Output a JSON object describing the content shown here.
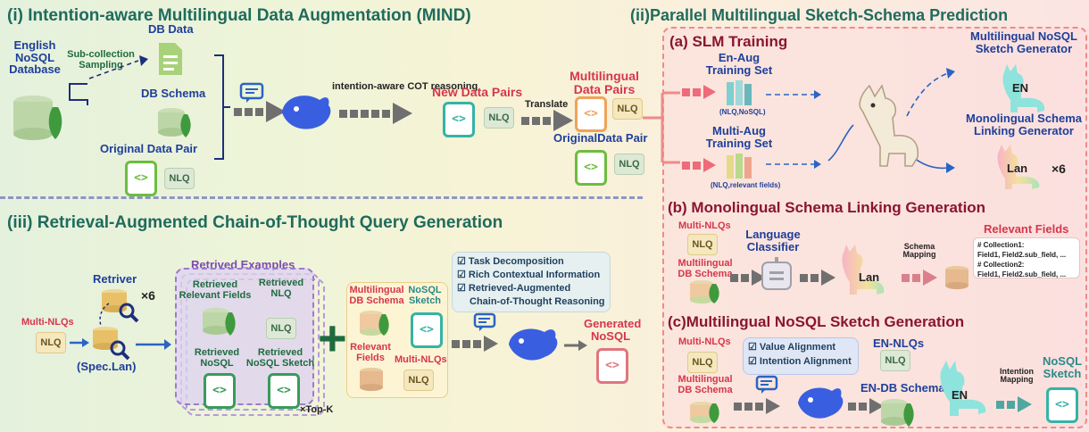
{
  "sections": {
    "mind_title": "(i) Intention-aware Multilingual Data Augmentation (MIND)",
    "parallel_title": "(ii)Parallel Multilingual Sketch-Schema Prediction",
    "rag_title": "(iii) Retrieval-Augmented Chain-of-Thought Query Generation"
  },
  "mind": {
    "english_db": "English NoSQL Database",
    "sub_collection": "Sub-collection Sampling",
    "db_data": "DB Data",
    "db_schema": "DB Schema",
    "original_pair": "Original Data Pair",
    "cot": "intention-aware COT reasoning",
    "new_pairs": "New Data Pairs",
    "translate": "Translate",
    "multilingual_pairs": "Multilingual Data Pairs",
    "original_pair2": "OriginalData Pair",
    "nlq": "NLQ",
    "code_glyph": "<>"
  },
  "slm": {
    "title": "(a) SLM Training",
    "en_aug": "En-Aug Training Set",
    "en_aug_sub": "(NLQ,NoSQL)",
    "multi_aug": "Multi-Aug Training Set",
    "multi_aug_sub": "(NLQ,relevant fields)",
    "sketch_gen": "Multilingual NoSQL Sketch Generator",
    "en": "EN",
    "schema_link_gen": "Monolingual Schema Linking Generator",
    "lan": "Lan",
    "x6": "×6"
  },
  "mono": {
    "title": "(b) Monolingual Schema Linking Generation",
    "multi_nlqs": "Multi-NLQs",
    "nlq": "NLQ",
    "language_classifier": "Language Classifier",
    "multi_db_schema": "Multilingual DB Schema",
    "lan": "Lan",
    "schema_mapping": "Schema Mapping",
    "relevant_fields": "Relevant Fields",
    "fields_text": "# Collection1:\nField1, Field2.sub_field, ...\n# Collection2:\nField1, Field2.sub_field, ..."
  },
  "sketch": {
    "title": "(c)Multilingual NoSQL Sketch Generation",
    "multi_nlqs": "Multi-NLQs",
    "nlq": "NLQ",
    "value_alignment": "Value Alignment",
    "intention_alignment": "Intention Alignment",
    "en_nlqs": "EN-NLQs",
    "multi_db_schema": "Multilingual DB Schema",
    "en_db_schema": "EN-DB Schema",
    "en": "EN",
    "intention_mapping": "Intention Mapping",
    "nosql_sketch": "NoSQL Sketch"
  },
  "rag": {
    "retriver": "Retriver",
    "x6": "×6",
    "multi_nlqs": "Multi-NLQs",
    "nlq": "NLQ",
    "spec_lan": "(Spec.Lan)",
    "retrived_examples": "Retrived Examples",
    "ret_fields": "Retrieved Relevant Fields",
    "ret_nlq": "Retrieved NLQ",
    "ret_nosql": "Retrieved NoSQL",
    "ret_sketch": "Retrieved NoSQL Sketch",
    "topk": "×Top-K",
    "plus": "+",
    "multi_db_schema": "Multilingual DB Schema",
    "nosql_sketch": "NoSQL Sketch",
    "relevant_fields": "Relevant Fields",
    "multi_nlqs2": "Multi-NLQs",
    "task_decomp": "Task Decomposition",
    "rich_context": "Rich Contextual Information",
    "retrieved_aug": "Retrieved-Augmented",
    "cot_reasoning": "Chain-of-Thought Reasoning",
    "generated": "Generated NoSQL"
  }
}
